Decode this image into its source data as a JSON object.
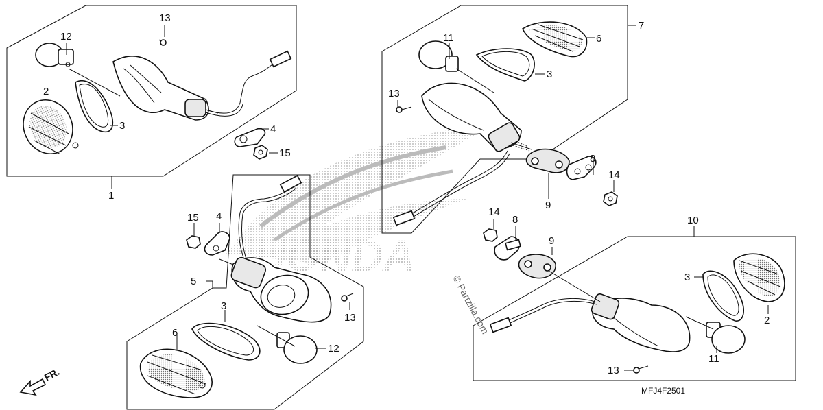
{
  "diagram": {
    "code": "MFJ4F2501",
    "direction_label": "FR.",
    "watermark": "© Partzilla.com",
    "brand": "HONDA",
    "callouts": {
      "c1": "1",
      "c2a": "2",
      "c2b": "2",
      "c3a": "3",
      "c3b": "3",
      "c3c": "3",
      "c3d": "3",
      "c4a": "4",
      "c4b": "4",
      "c5": "5",
      "c6a": "6",
      "c6b": "6",
      "c7": "7",
      "c8a": "8",
      "c8b": "8",
      "c9a": "9",
      "c9b": "9",
      "c10": "10",
      "c11a": "11",
      "c11b": "11",
      "c12a": "12",
      "c12b": "12",
      "c13a": "13",
      "c13b": "13",
      "c13c": "13",
      "c13d": "13",
      "c14a": "14",
      "c14b": "14",
      "c15a": "15",
      "c15b": "15"
    }
  }
}
